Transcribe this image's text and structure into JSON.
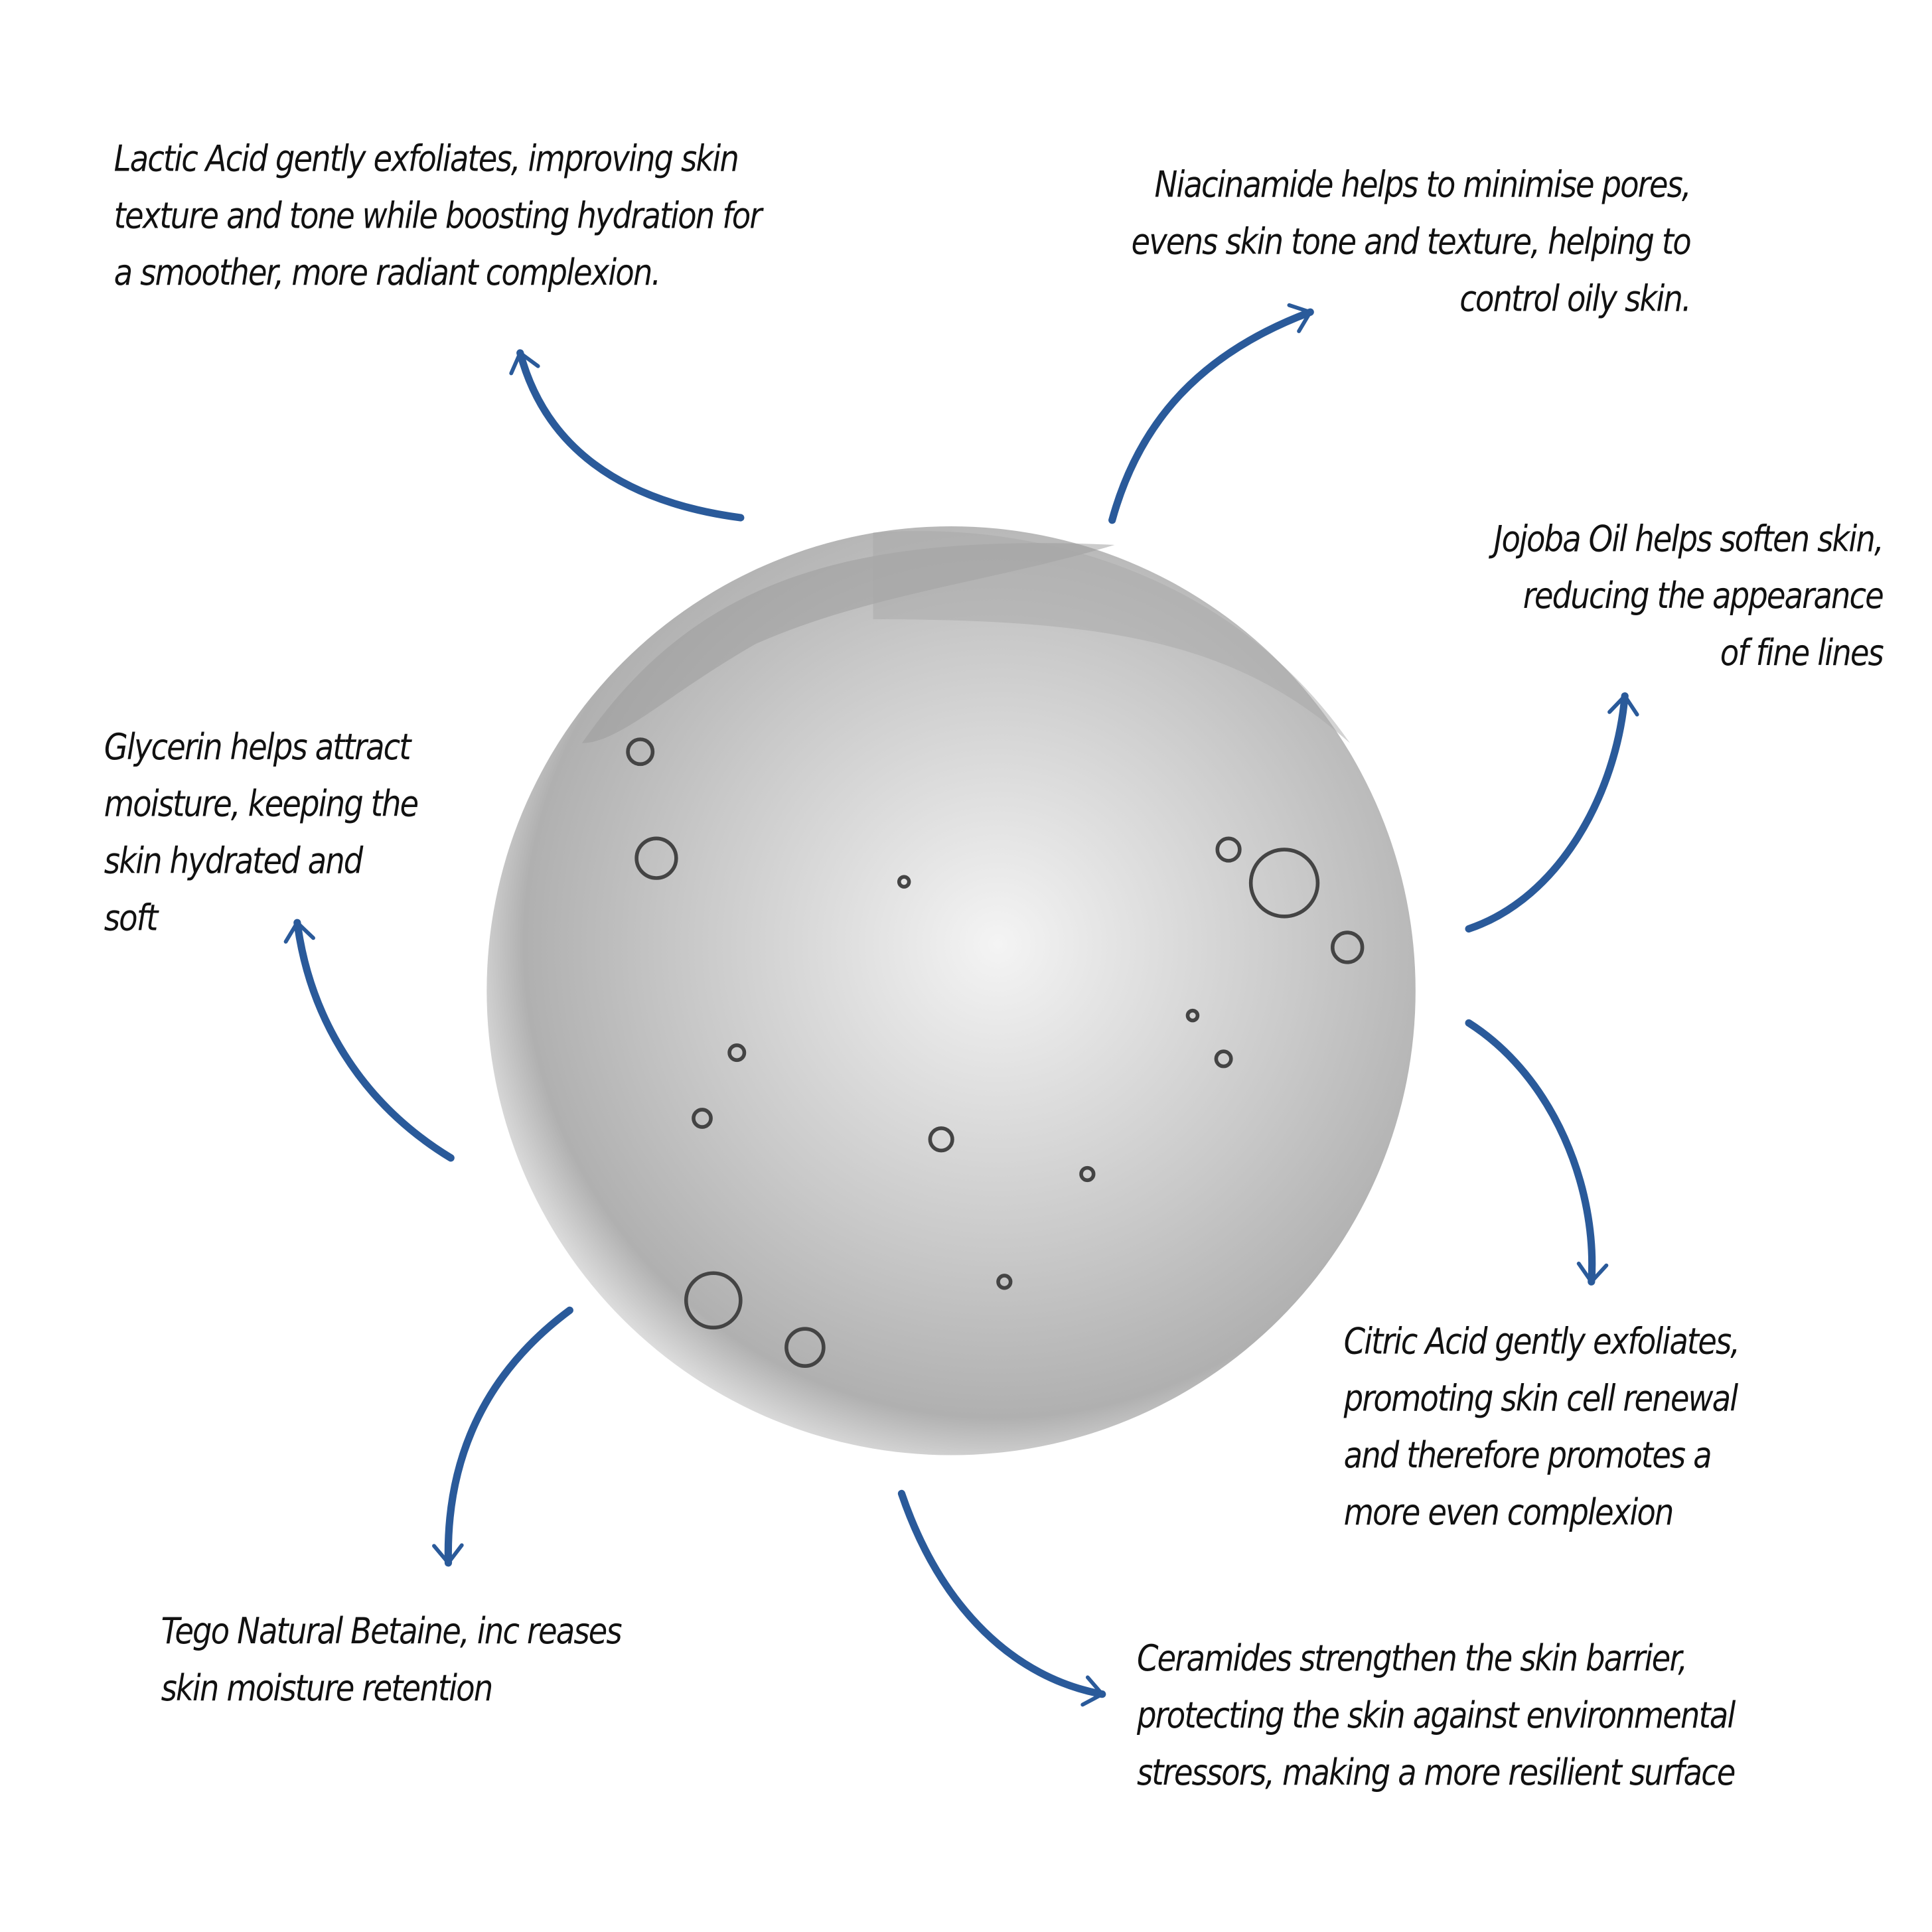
{
  "colors": {
    "arrow": "#2a5a9a",
    "text": "#111111"
  },
  "ingredients": {
    "lactic": {
      "lines": [
        "Lactic Acid gently exfoliates, improving skin",
        "texture and tone while boosting hydration for",
        "a smoother, more radiant complexion."
      ]
    },
    "niacinamide": {
      "lines": [
        "Niacinamide helps to minimise pores,",
        "evens skin tone and texture, helping to",
        "control oily skin."
      ]
    },
    "jojoba": {
      "lines": [
        "Jojoba Oil helps soften skin,",
        "reducing the appearance",
        "of fine lines"
      ]
    },
    "glycerin": {
      "lines": [
        "Glycerin helps attract",
        "moisture, keeping the",
        "skin hydrated and",
        "soft"
      ]
    },
    "citric": {
      "lines": [
        "Citric Acid gently exfoliates,",
        "promoting skin cell renewal",
        "and therefore promotes a",
        "more even complexion"
      ]
    },
    "ceramides": {
      "lines": [
        "Ceramides strengthen the skin barrier,",
        "protecting the skin against environmental",
        "stressors, making a more resilient surface"
      ]
    },
    "tego": {
      "lines": [
        "Tego Natural Betaine, inc reases",
        "skin moisture retention"
      ]
    }
  }
}
